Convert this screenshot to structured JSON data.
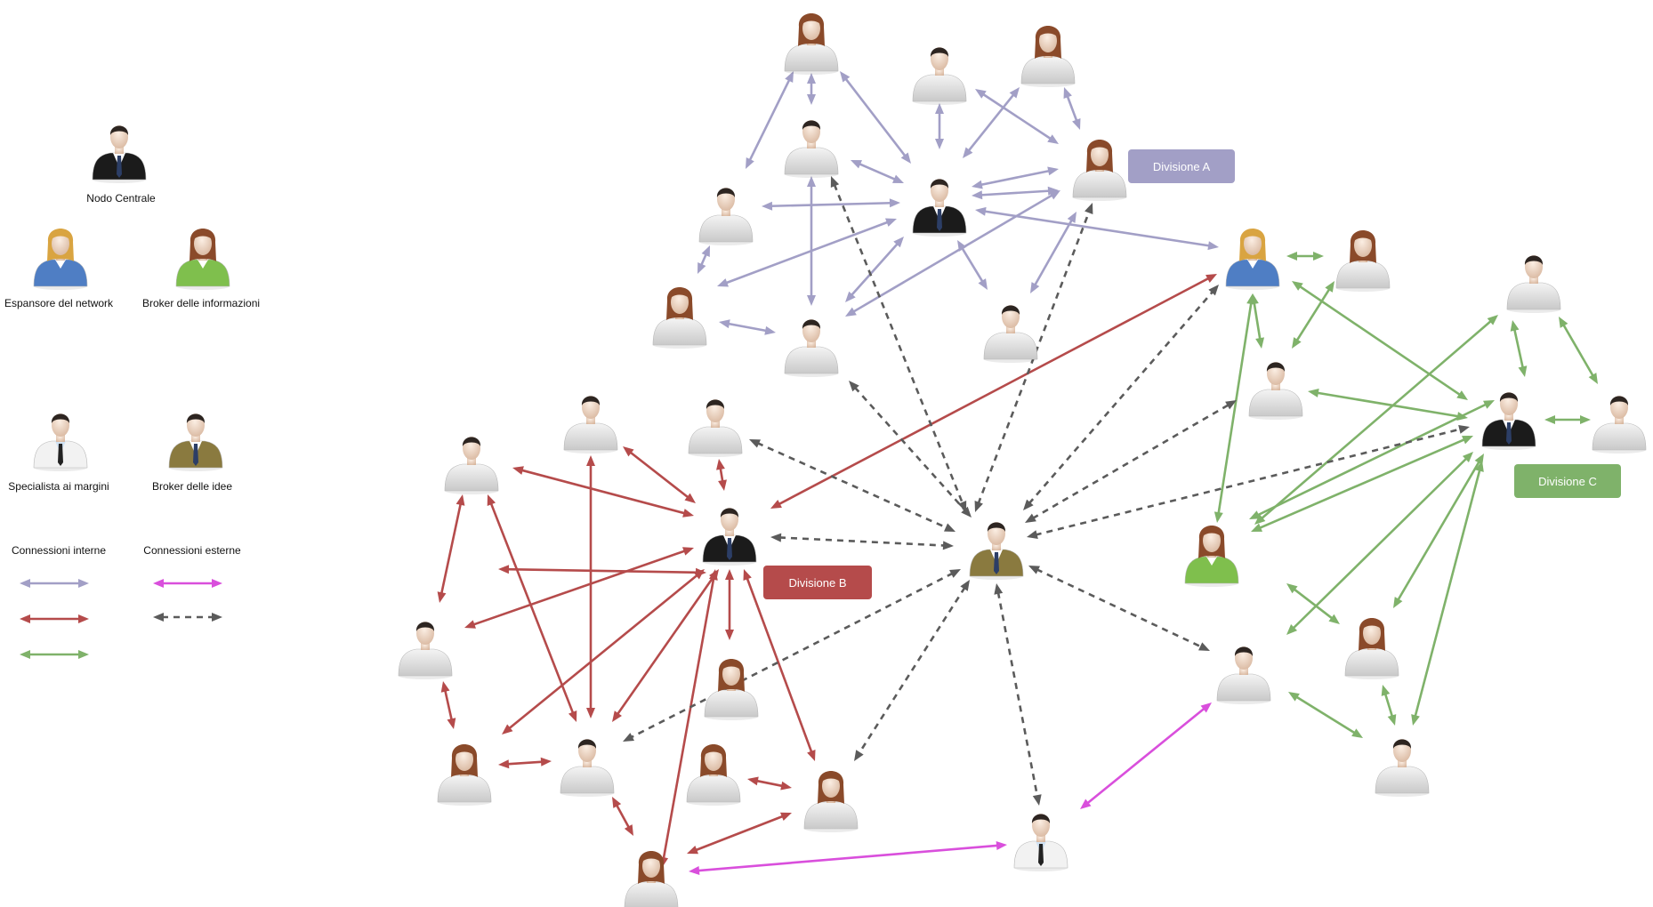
{
  "legend": {
    "central": "Nodo Centrale",
    "expander": "Espansore del network",
    "info_broker": "Broker delle informazioni",
    "specialist": "Specialista ai margini",
    "idea_broker": "Broker delle idee",
    "internal": "Connessioni interne",
    "external": "Connessioni esterne"
  },
  "groups": {
    "a": "Divisione A",
    "b": "Divisione B",
    "c": "Divisione C"
  },
  "colors": {
    "division_a": "#a29fc6",
    "division_b": "#b54b4b",
    "division_c": "#7fb26a",
    "external_magenta": "#d94fdc",
    "external_gray": "#5b5b5b",
    "central_suit": "#1b1b1b",
    "expander_suit": "#4f7ec4",
    "info_broker_suit": "#7fbf4d",
    "idea_broker_suit": "#8a7a3f",
    "peer_shirt": "#e6e6e6"
  }
}
